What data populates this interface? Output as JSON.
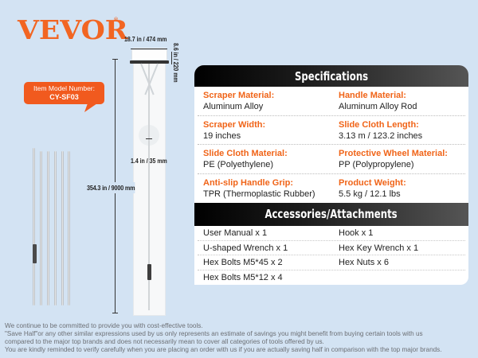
{
  "brand": {
    "logo_text": "VEVOR",
    "registered_mark": "®",
    "accent_color": "#f26522"
  },
  "model_callout": {
    "label": "Item Model Number:",
    "model": "CY-SF03"
  },
  "dimensions": {
    "scraper_width": "18.7 in / 474 mm",
    "scraper_height": "8.6 in / 220 mm",
    "handle_diameter": "1.4 in / 35 mm",
    "total_length": "354.3 in / 9000 mm"
  },
  "specifications": {
    "title": "Specifications",
    "rows": [
      [
        {
          "label": "Scraper Material:",
          "value": "Aluminum Alloy"
        },
        {
          "label": "Handle Material:",
          "value": "Aluminum Alloy Rod"
        }
      ],
      [
        {
          "label": "Scraper Width:",
          "value": "19 inches"
        },
        {
          "label": "Slide Cloth Length:",
          "value": "3.13 m / 123.2 inches"
        }
      ],
      [
        {
          "label": "Slide Cloth Material:",
          "value": "PE (Polyethylene)"
        },
        {
          "label": "Protective Wheel Material:",
          "value": "PP (Polypropylene)"
        }
      ],
      [
        {
          "label": "Anti-slip Handle Grip:",
          "value": "TPR (Thermoplastic Rubber)"
        },
        {
          "label": "Product Weight:",
          "value": "5.5 kg / 12.1 lbs"
        }
      ]
    ]
  },
  "accessories": {
    "title": "Accessories/Attachments",
    "rows": [
      [
        "User Manual x 1",
        "Hook x 1"
      ],
      [
        "U-shaped Wrench x 1",
        "Hex Key Wrench x 1"
      ],
      [
        "Hex Bolts M5*45 x 2",
        "Hex Nuts x 6"
      ],
      [
        "Hex Bolts M5*12 x 4",
        ""
      ]
    ]
  },
  "disclaimer": [
    "We continue to be committed to provide you with cost-effective tools.",
    "\"Save Half\"or any other similar expressions used by us only represents an estimate of savings you might benefit from buying certain tools with us",
    "compared to the major top brands and does not necessarily mean to cover all categories of tools offered by us.",
    "You are kindly reminded to verify carefully when you are placing an order with us if you are actually saving half in comparison with the top major brands."
  ]
}
